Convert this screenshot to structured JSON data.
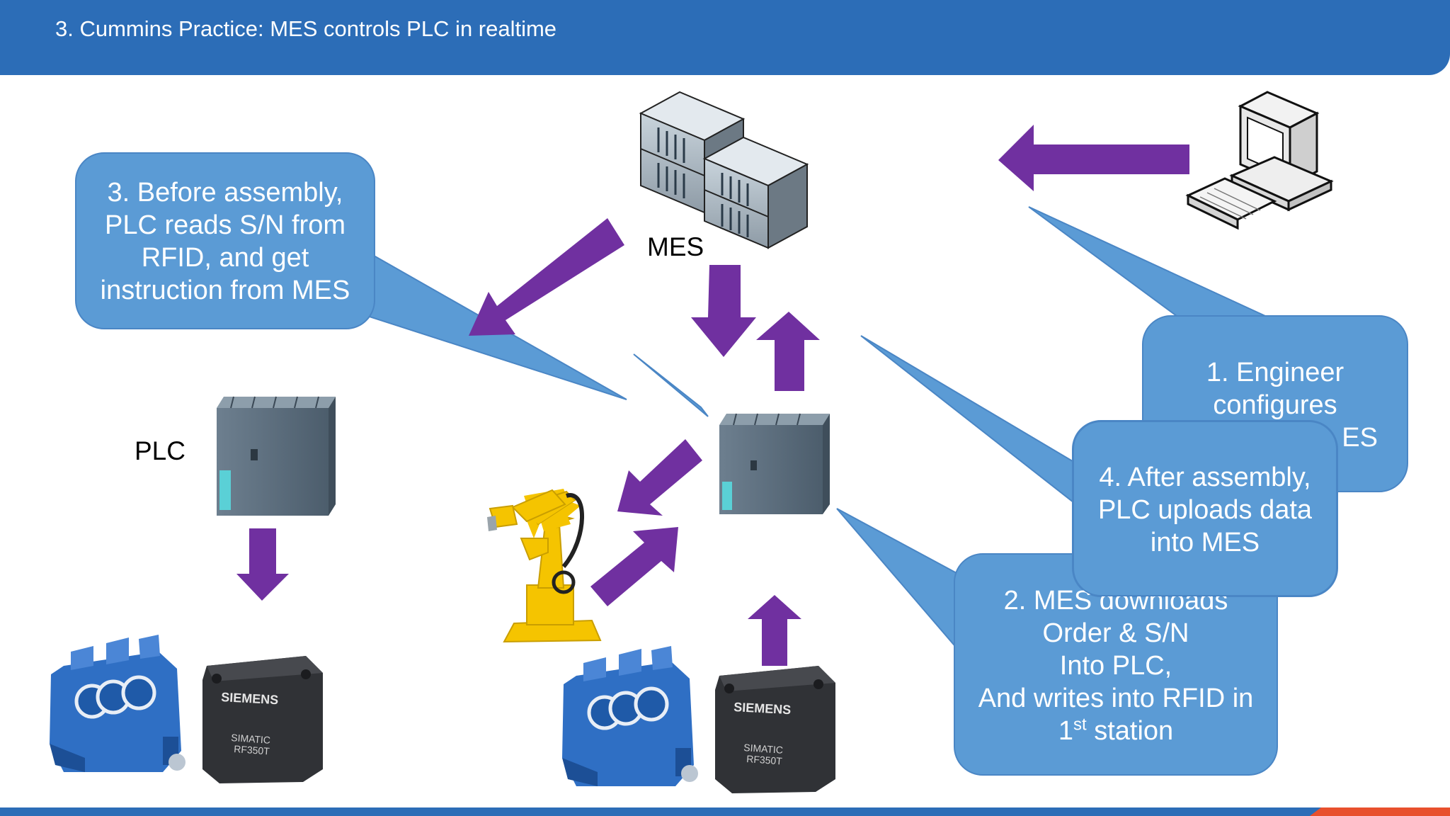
{
  "header": {
    "title": "3. Cummins Practice: MES controls PLC in realtime"
  },
  "labels": {
    "mes": "MES",
    "plc": "PLC"
  },
  "callouts": {
    "step1": {
      "line1": "1. Engineer",
      "line2": "configures",
      "line3": "ES"
    },
    "step2": {
      "line1": "2. MES downloads",
      "line2": "Order & S/N",
      "line3": "Into PLC,",
      "line4": "And writes into RFID in",
      "line5_prefix": "1",
      "line5_sup": "st",
      "line5_suffix": " station"
    },
    "step3": {
      "line1": "3. Before assembly,",
      "line2": "PLC reads S/N from",
      "line3": "RFID, and get",
      "line4": "instruction from MES"
    },
    "step4": {
      "line1": "4. After assembly,",
      "line2": "PLC uploads data",
      "line3": "into MES"
    }
  },
  "rfid": {
    "brand": "SIEMENS",
    "model_line1": "SIMATIC",
    "model_line2": "RF350T"
  },
  "colors": {
    "header": "#2c6db7",
    "callout": "#5b9bd5",
    "callout_border": "#4a86c5",
    "arrow": "#7030a0",
    "robot": "#f5c400",
    "engine": "#2f6fc4",
    "plc": "#4f6070",
    "accent": "#e8502d"
  }
}
